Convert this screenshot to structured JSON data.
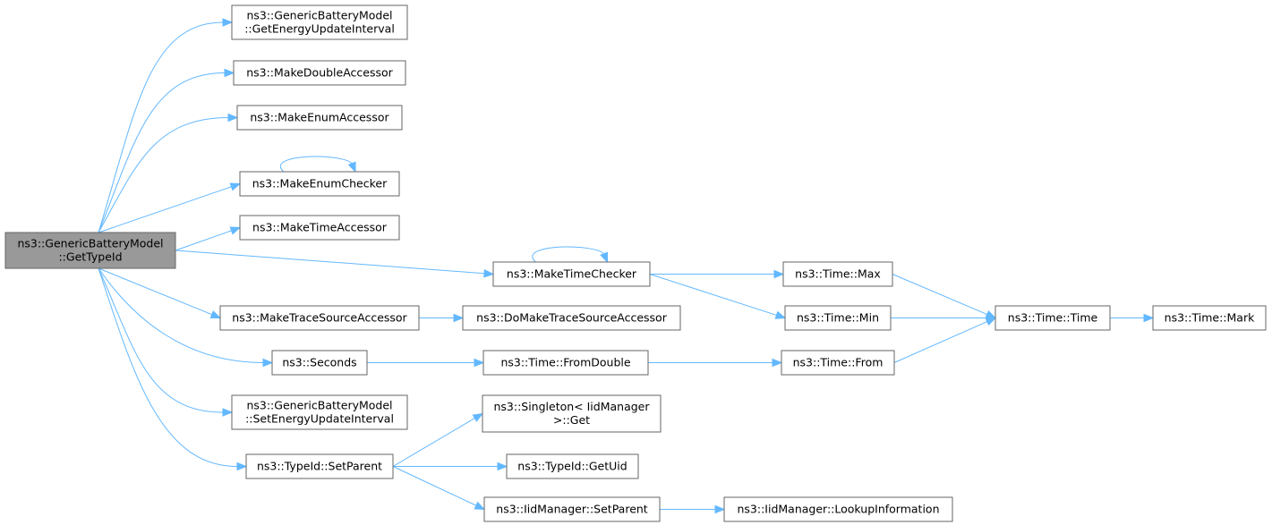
{
  "graph": {
    "root": "n0",
    "nodes": [
      {
        "id": "n0",
        "lines": [
          "ns3::GenericBatteryModel",
          "::GetTypeId"
        ],
        "root": true
      },
      {
        "id": "n1",
        "lines": [
          "ns3::GenericBatteryModel",
          "::GetEnergyUpdateInterval"
        ]
      },
      {
        "id": "n2",
        "lines": [
          "ns3::MakeDoubleAccessor"
        ]
      },
      {
        "id": "n3",
        "lines": [
          "ns3::MakeEnumAccessor"
        ]
      },
      {
        "id": "n4",
        "lines": [
          "ns3::MakeEnumChecker"
        ]
      },
      {
        "id": "n5",
        "lines": [
          "ns3::MakeTimeAccessor"
        ]
      },
      {
        "id": "n6",
        "lines": [
          "ns3::MakeTimeChecker"
        ]
      },
      {
        "id": "n7",
        "lines": [
          "ns3::MakeTraceSourceAccessor"
        ]
      },
      {
        "id": "n8",
        "lines": [
          "ns3::Seconds"
        ]
      },
      {
        "id": "n9",
        "lines": [
          "ns3::GenericBatteryModel",
          "::SetEnergyUpdateInterval"
        ]
      },
      {
        "id": "n10",
        "lines": [
          "ns3::TypeId::SetParent"
        ]
      },
      {
        "id": "n11",
        "lines": [
          "ns3::Time::Max"
        ]
      },
      {
        "id": "n12",
        "lines": [
          "ns3::Time::Min"
        ]
      },
      {
        "id": "n13",
        "lines": [
          "ns3::DoMakeTraceSourceAccessor"
        ]
      },
      {
        "id": "n14",
        "lines": [
          "ns3::Time::FromDouble"
        ]
      },
      {
        "id": "n15",
        "lines": [
          "ns3::Singleton< IidManager",
          " >::Get"
        ]
      },
      {
        "id": "n16",
        "lines": [
          "ns3::TypeId::GetUid"
        ]
      },
      {
        "id": "n17",
        "lines": [
          "ns3::IidManager::SetParent"
        ]
      },
      {
        "id": "n18",
        "lines": [
          "ns3::Time::Time"
        ]
      },
      {
        "id": "n19",
        "lines": [
          "ns3::Time::From"
        ]
      },
      {
        "id": "n20",
        "lines": [
          "ns3::IidManager::LookupInformation"
        ]
      },
      {
        "id": "n21",
        "lines": [
          "ns3::Time::Mark"
        ]
      }
    ],
    "edges": [
      [
        "n0",
        "n1"
      ],
      [
        "n0",
        "n2"
      ],
      [
        "n0",
        "n3"
      ],
      [
        "n0",
        "n4"
      ],
      [
        "n0",
        "n5"
      ],
      [
        "n0",
        "n6"
      ],
      [
        "n0",
        "n7"
      ],
      [
        "n0",
        "n8"
      ],
      [
        "n0",
        "n9"
      ],
      [
        "n0",
        "n10"
      ],
      [
        "n4",
        "n4"
      ],
      [
        "n6",
        "n6"
      ],
      [
        "n6",
        "n11"
      ],
      [
        "n6",
        "n12"
      ],
      [
        "n7",
        "n13"
      ],
      [
        "n8",
        "n14"
      ],
      [
        "n10",
        "n15"
      ],
      [
        "n10",
        "n16"
      ],
      [
        "n10",
        "n17"
      ],
      [
        "n11",
        "n18"
      ],
      [
        "n12",
        "n18"
      ],
      [
        "n14",
        "n19"
      ],
      [
        "n19",
        "n18"
      ],
      [
        "n17",
        "n20"
      ],
      [
        "n18",
        "n21"
      ]
    ],
    "colors": {
      "edge": "#63b8ff",
      "node_border": "#666666",
      "root_fill": "#999999",
      "node_fill": "#ffffff"
    }
  }
}
